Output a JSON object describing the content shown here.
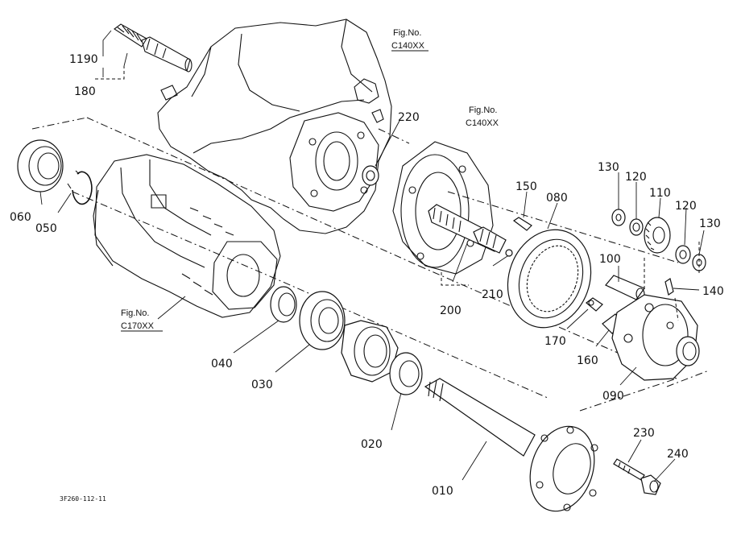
{
  "diagram": {
    "part_labels": [
      {
        "id": "p1190",
        "text": "1190"
      },
      {
        "id": "p180",
        "text": "180"
      },
      {
        "id": "p220",
        "text": "220"
      },
      {
        "id": "p150",
        "text": "150"
      },
      {
        "id": "p080",
        "text": "080"
      },
      {
        "id": "p130a",
        "text": "130"
      },
      {
        "id": "p120a",
        "text": "120"
      },
      {
        "id": "p110",
        "text": "110"
      },
      {
        "id": "p120b",
        "text": "120"
      },
      {
        "id": "p130b",
        "text": "130"
      },
      {
        "id": "p060",
        "text": "060"
      },
      {
        "id": "p050",
        "text": "050"
      },
      {
        "id": "p100",
        "text": "100"
      },
      {
        "id": "p140",
        "text": "140"
      },
      {
        "id": "p210",
        "text": "210"
      },
      {
        "id": "p200",
        "text": "200"
      },
      {
        "id": "p170",
        "text": "170"
      },
      {
        "id": "p160",
        "text": "160"
      },
      {
        "id": "p090",
        "text": "090"
      },
      {
        "id": "p040",
        "text": "040"
      },
      {
        "id": "p030",
        "text": "030"
      },
      {
        "id": "p020",
        "text": "020"
      },
      {
        "id": "p010",
        "text": "010"
      },
      {
        "id": "p230",
        "text": "230"
      },
      {
        "id": "p240",
        "text": "240"
      }
    ],
    "figure_refs": [
      {
        "id": "ref1",
        "line1": "Fig.No.",
        "line2": "C140XX"
      },
      {
        "id": "ref2",
        "line1": "Fig.No.",
        "line2": "C140XX"
      },
      {
        "id": "ref3",
        "line1": "Fig.No.",
        "line2": "C170XX"
      }
    ],
    "drawing_code": "3F260-112-11"
  }
}
